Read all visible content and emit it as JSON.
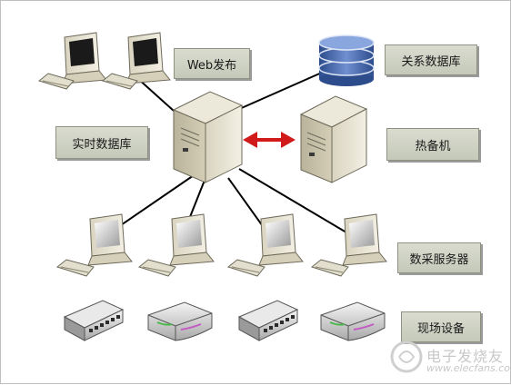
{
  "labels": {
    "web": "Web发布",
    "relational_db": "关系数据库",
    "realtime_db": "实时数据库",
    "hot_standby": "热备机",
    "data_server": "数采服务器",
    "field_devices": "现场设备"
  },
  "watermark": {
    "text": "电子发烧友",
    "url": "www.elecfans.com"
  },
  "colors": {
    "arrow": "#d11a1a",
    "line": "#000000",
    "label_bg": "#cfd2c3",
    "db_blue": "#3c5fa8"
  },
  "icons": [
    "workstation-icon",
    "database-icon",
    "server-icon",
    "hub-icon",
    "router-icon",
    "bidirectional-arrow-icon"
  ]
}
